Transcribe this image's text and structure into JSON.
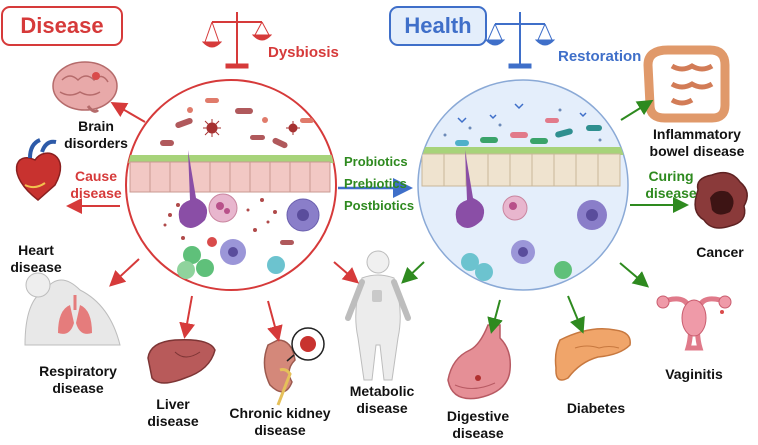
{
  "headers": {
    "disease": "Disease",
    "health": "Health"
  },
  "balance_labels": {
    "dysbiosis": "Dysbiosis",
    "restoration": "Restoration"
  },
  "center_terms": [
    "Probiotics",
    "Prebiotics",
    "Postbiotics"
  ],
  "cause_label": "Cause\ndisease",
  "curing_label": "Curing\ndisease",
  "disease_outcomes": {
    "brain": "Brain\ndisorders",
    "heart": "Heart\ndisease",
    "respiratory": "Respiratory\ndisease",
    "liver": "Liver\ndisease",
    "kidney": "Chronic kidney\ndisease",
    "metabolic": "Metabolic\ndisease"
  },
  "health_outcomes": {
    "ibd": "Inflammatory\nbowel disease",
    "cancer": "Cancer",
    "vaginitis": "Vaginitis",
    "diabetes": "Diabetes",
    "digestive": "Digestive\ndisease"
  },
  "colors": {
    "disease_red": "#d63a3a",
    "health_blue": "#3f6fc9",
    "cure_green": "#2e8a1f"
  }
}
